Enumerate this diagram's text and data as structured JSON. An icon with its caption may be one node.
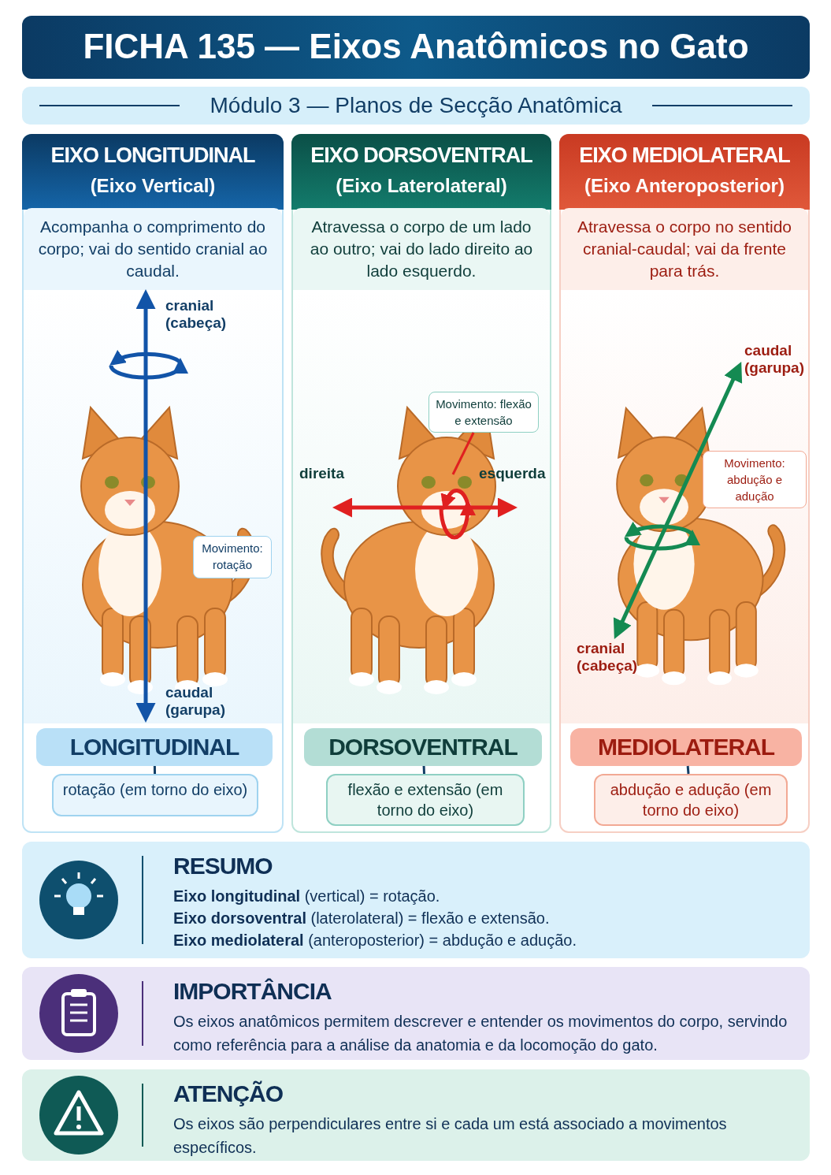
{
  "diagram": {
    "title": "FICHA 135 — Eixos Anatômicos no Gato",
    "nodes": [
      {
        "text": [
          "EIXO LONGITUDINAL",
          "(Eixo Vertical)",
          "Acompanha o comprimento do corpo; vai do sentido cranial ao caudal."
        ]
      },
      {
        "text": [],
        "shape": "picture",
        "in": 0
      },
      {
        "text": [
          "Movimento: rotação"
        ],
        "in": 0
      },
      {
        "text": [
          "LONGITUDINAL"
        ],
        "in": 0
      },
      {
        "text": [
          "rotação (em torno do eixo)"
        ],
        "in": 0
      },
      {
        "text": [
          "EIXO DORSOVENTRAL",
          "(Eixo Laterolateral)",
          "Atravessa o corpo de um lado ao outro; vai do lado direito ao lado esquerdo."
        ]
      },
      {
        "text": [],
        "shape": "picture",
        "in": 5
      },
      {
        "text": [
          "Movimento: flexão e extensão"
        ],
        "in": 5
      },
      {
        "text": [
          "DORSOVENTRAL"
        ],
        "in": 5
      },
      {
        "text": [
          "flexão e extensão (em torno do eixo)"
        ],
        "in": 5
      },
      {
        "text": [
          "EIXO MEDIOLATERAL",
          "(Eixo Anteroposterior)",
          "Atravessa o corpo no sentido cranial-caudal; vai da frente para trás."
        ]
      },
      {
        "text": [],
        "shape": "picture",
        "in": 10
      },
      {
        "text": [
          "Movimento: abdução e adução"
        ],
        "in": 10
      },
      {
        "text": [
          "MEDIOLATERAL"
        ],
        "in": 10
      },
      {
        "text": [
          "abdução e adução (em torno do eixo)"
        ],
        "in": 10
      },
      {
        "text": [
          "RESUMO",
          "**Eixo longitudinal** (vertical) = rotação.",
          "**Eixo dorsoventral** (laterolateral) = flexão e extensão.",
          "**Eixo mediolateral** (anteroposterior) = abdução e adução."
        ]
      },
      {
        "text": [
          "IMPORTÂNCIA",
          "Os eixos anatômicos permitem descrever e entender os movimentos do corpo, servindo como referência para a análise da anatomia e da locomoção do gato."
        ]
      },
      {
        "text": [
          "ATENÇÃO",
          "Os eixos são perpendiculares entre si e cada um está associado a movimentos específicos."
        ]
      }
    ],
    "edges": [
      {
        "from": 3,
        "to": 4,
        "arrow": "none"
      },
      {
        "from": 7,
        "to": 6,
        "arrow": "none",
        "color": "#e02020"
      },
      {
        "from": 8,
        "to": 9,
        "arrow": "none"
      },
      {
        "from": 13,
        "to": 14,
        "arrow": "none"
      }
    ],
    "labels": [
      "Módulo 3 — Planos de Secção Anatômica",
      "cranial (cabeça)",
      "caudal (garupa)",
      "direita",
      "esquerda",
      "caudal (garupa)",
      "cranial (cabeça)"
    ]
  }
}
